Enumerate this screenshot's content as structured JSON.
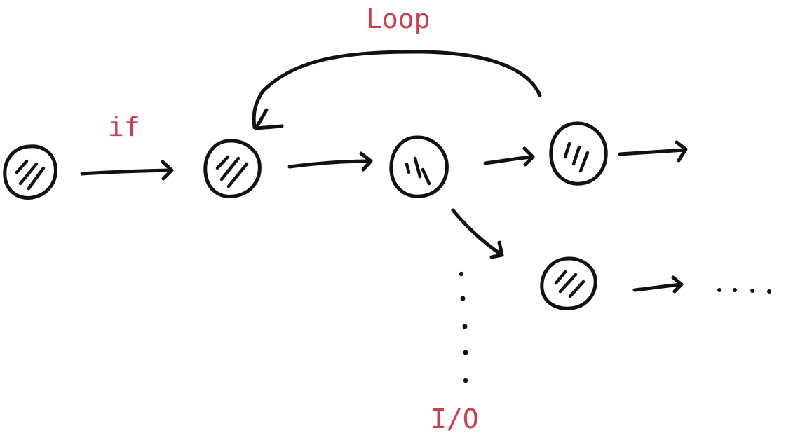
{
  "labels": {
    "if": "if",
    "loop": "Loop",
    "io": "I/O"
  },
  "colors": {
    "ink": "#111111",
    "label": "#cc3d4d",
    "background": "#ffffff"
  }
}
